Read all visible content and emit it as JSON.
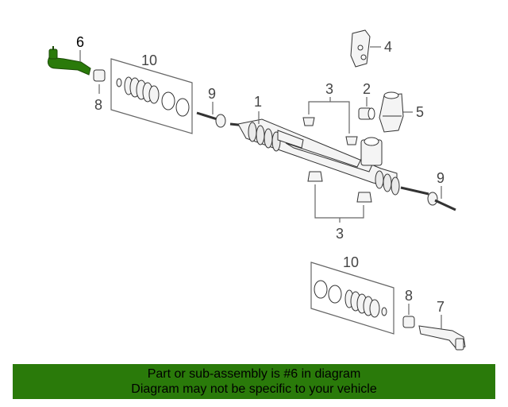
{
  "callouts": {
    "c6": "6",
    "c10a": "10",
    "c8a": "8",
    "c9a": "9",
    "c1": "1",
    "c3a": "3",
    "c2": "2",
    "c4": "4",
    "c5": "5",
    "c9b": "9",
    "c3b": "3",
    "c10b": "10",
    "c8b": "8",
    "c7": "7"
  },
  "colors": {
    "highlight": "#2a7a0a",
    "banner": "#2a7a0a"
  },
  "banner": {
    "line1": "Part or sub-assembly is #6 in diagram",
    "line2": "Diagram may not be specific to your vehicle"
  }
}
